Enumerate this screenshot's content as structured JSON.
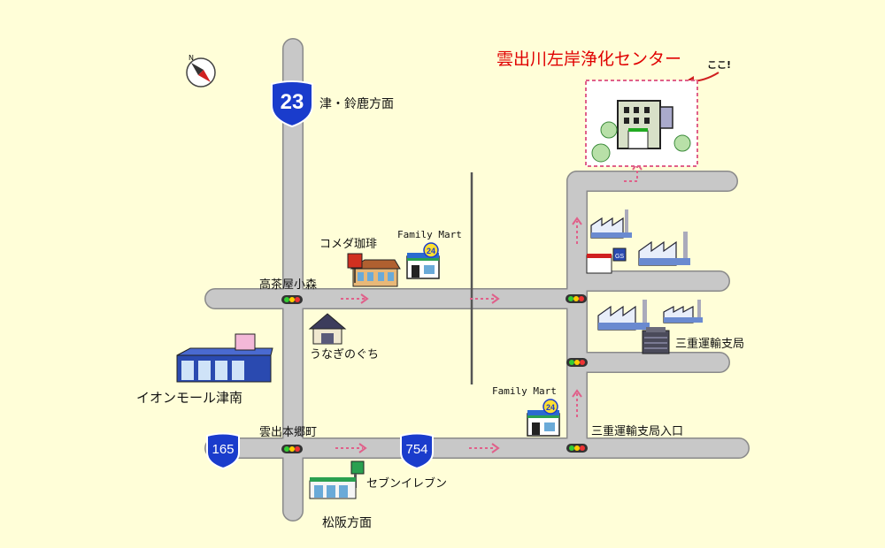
{
  "labels": {
    "destination": "雲出川左岸浄化センター",
    "here": "ここ!",
    "route23": "23",
    "route165": "165",
    "route754": "754",
    "dir_north": "津・鈴鹿方面",
    "dir_south": "松阪方面",
    "komeda": "コメダ珈琲",
    "familymart": "Family Mart",
    "familymart24": "24",
    "takachaya": "高茶屋小森",
    "unagi": "うなぎのぐち",
    "aeon": "イオンモール津南",
    "hongocho": "雲出本郷町",
    "seven": "セブンイレブン",
    "transport_bureau": "三重運輸支局",
    "transport_entrance": "三重運輸支局入口",
    "gas": "GS"
  },
  "colors": {
    "background": "#fffed8",
    "road": "#c8c8c8",
    "road_edge": "#8a8a8a",
    "arrow": "#e0608a",
    "destination_text": "#e00000",
    "shield": "#1a3ccc"
  }
}
